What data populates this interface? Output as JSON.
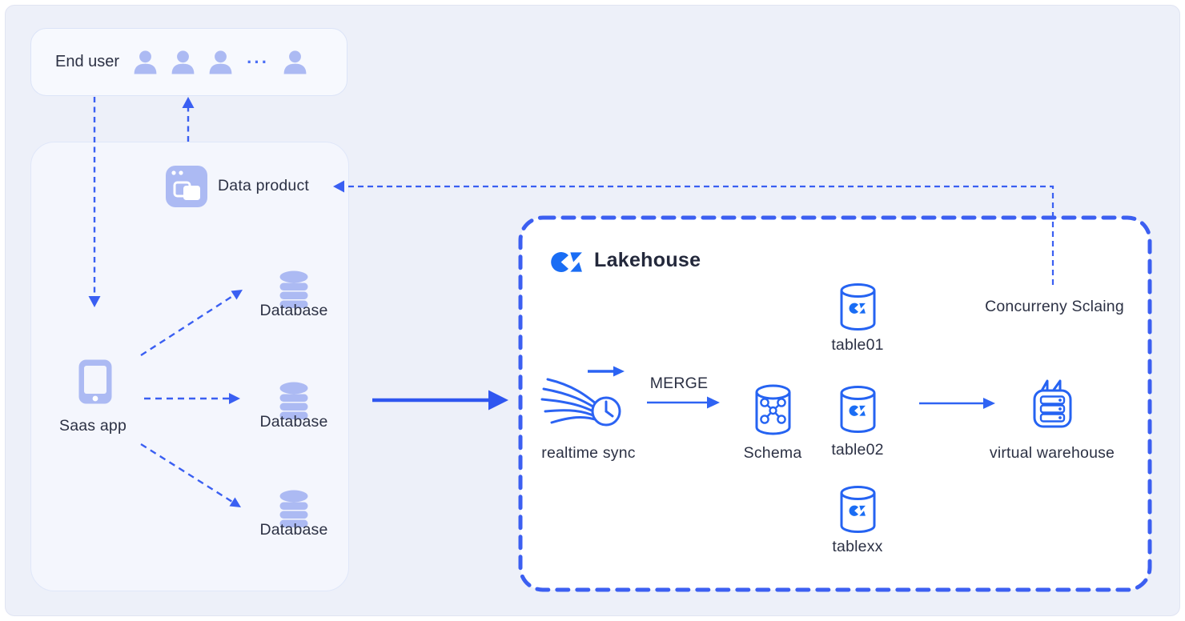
{
  "colors": {
    "canvas_bg": "#EDF0F9",
    "panel_bg": "#F6F8FD",
    "border_light": "#DDE5F6",
    "accent_blue": "#3A5FF2",
    "logo_blue": "#1A6DF4",
    "icon_periwinkle": "#ACBAF3",
    "text_dark": "#2C3144",
    "lakehouse_bg": "#FFFFFF"
  },
  "end_user": {
    "label": "End user",
    "ellipsis": "···"
  },
  "data_product": {
    "label": "Data product"
  },
  "saas_app": {
    "label": "Saas app"
  },
  "databases": [
    "Database",
    "Database",
    "Database"
  ],
  "flow": {
    "merge_label": "MERGE"
  },
  "lakehouse": {
    "title": "Lakehouse",
    "realtime_sync": "realtime sync",
    "schema": "Schema",
    "tables": [
      "table01",
      "table02",
      "tablexx"
    ],
    "virtual_warehouse": "virtual warehouse",
    "concurrency_scaling": "Concurreny Sclaing"
  },
  "icons": {
    "users": "user-icon",
    "data_product": "browser-folder-icon",
    "saas_app": "phone-icon",
    "database": "database-cylinder-icon",
    "lakehouse_logo": "lakehouse-logo-icon",
    "realtime_sync": "stream-clock-icon",
    "schema": "schema-cylinder-icon",
    "table": "table-cylinder-icon",
    "virtual_warehouse": "warehouse-server-icon"
  }
}
